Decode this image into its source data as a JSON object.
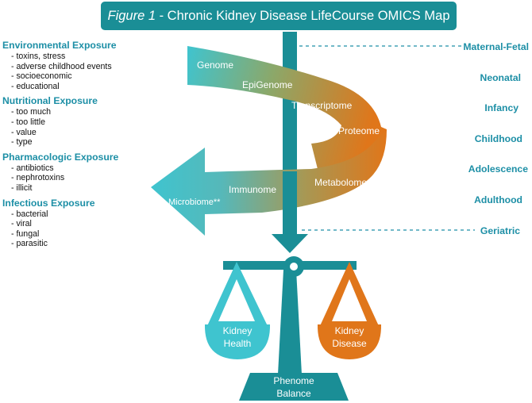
{
  "title": {
    "figure_label": "Figure 1",
    "text": " - Chronic Kidney Disease LifeCourse OMICS Map"
  },
  "exposures": [
    {
      "title": "Environmental Exposure",
      "items": [
        "- toxins, stress",
        "- adverse childhood events",
        "- socioeconomic",
        "- educational"
      ]
    },
    {
      "title": "Nutritional Exposure",
      "items": [
        "- too  much",
        "- too little",
        "- value",
        "- type"
      ]
    },
    {
      "title": "Pharmacologic Exposure",
      "items": [
        "- antibiotics",
        "- nephrotoxins",
        "- illicit"
      ]
    },
    {
      "title": "Infectious Exposure",
      "items": [
        "- bacterial",
        "- viral",
        "- fungal",
        "- parasitic"
      ]
    }
  ],
  "stages": [
    "Maternal-Fetal",
    "Neonatal",
    "Infancy",
    "Childhood",
    "Adolescence",
    "Adulthood",
    "Geriatric"
  ],
  "omics": [
    "Genome",
    "EpiGenome",
    "Transcriptome",
    "Proteome",
    "Metabolome",
    "Immunome",
    "Microbiome**"
  ],
  "scale": {
    "left_pan": [
      "Kidney",
      "Health"
    ],
    "right_pan": [
      "Kidney",
      "Disease"
    ],
    "base": [
      "Phenome",
      "Balance"
    ]
  },
  "colors": {
    "teal": "#1a8e96",
    "light_teal": "#3fc4cf",
    "orange": "#e0761a",
    "label_blue": "#1d8fa6"
  }
}
